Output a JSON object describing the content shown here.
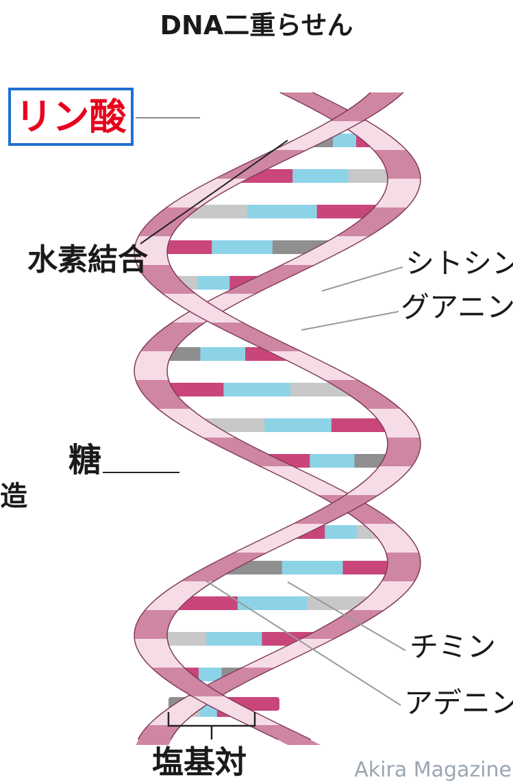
{
  "title": "DNA二重らせん",
  "labels": {
    "phosphate": "リン酸",
    "hydrogen_bond": "水素結合",
    "cytosine": "シトシン",
    "guanine": "グアニン",
    "sugar": "糖",
    "partial_left": "造",
    "thymine": "チミン",
    "adenine": "アデニン",
    "base_pair": "塩基対"
  },
  "credit": "Akira Magazine",
  "colors": {
    "phosphate_label": "#e8001c",
    "phosphate_box_border": "#1f6fd1",
    "backbone_dark": "#cf86a3",
    "backbone_light": "#f6dce6",
    "backbone_edge": "#7d3a57",
    "base_magenta": "#c9467a",
    "base_cyan": "#8dd3e8",
    "base_gray": "#8f8f8f",
    "base_lightgray": "#c8c8c8"
  }
}
